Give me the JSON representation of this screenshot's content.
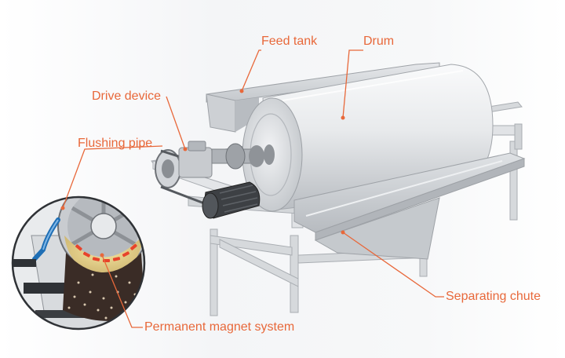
{
  "labels": {
    "feed_tank": "Feed tank",
    "drum": "Drum",
    "drive_device": "Drive device",
    "flushing_pipe": "Flushing pipe",
    "separating_chute": "Separating chute",
    "permanent_magnet_system": "Permanent magnet system"
  },
  "colors": {
    "accent": "#e8683a",
    "machine_light": "#eceef0",
    "machine_mid": "#c9ccd0",
    "machine_dark": "#8d9196",
    "motor_dark": "#3d4044",
    "magnet_red": "#e8432b"
  }
}
